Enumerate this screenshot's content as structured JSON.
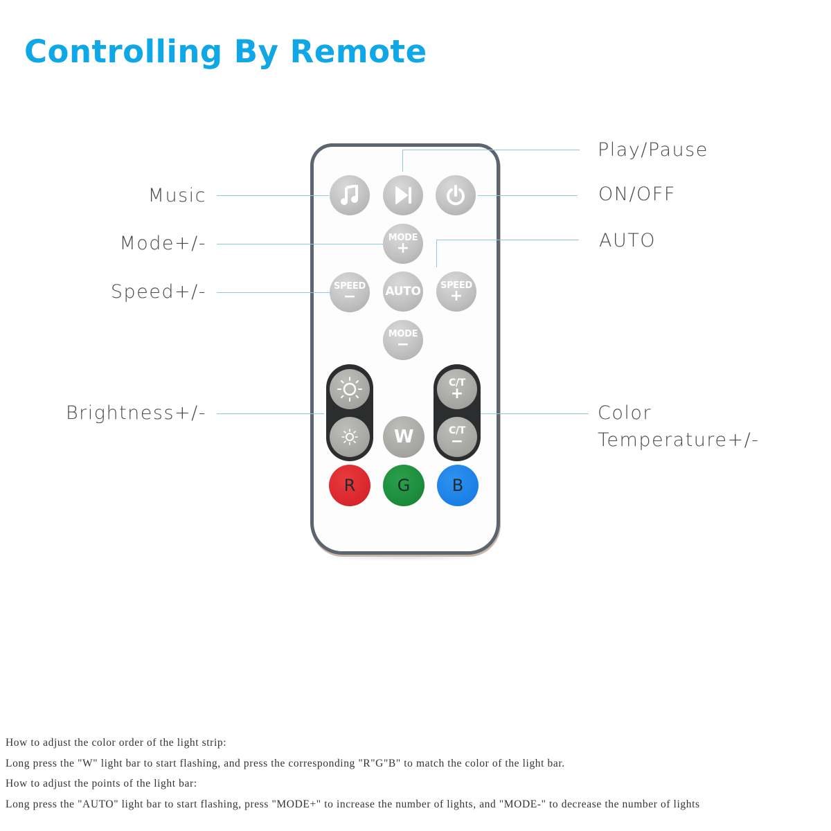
{
  "title": "Controlling By Remote",
  "colors": {
    "title": "#0fa7e6",
    "label_text": "#4a4a4a",
    "leader_line": "#8fc7db",
    "remote_border": "#5c6470",
    "button_grey": "#bfbfbf",
    "pill_dark": "#2b2d2f",
    "red": "#d9252c",
    "green": "#1a8a3a",
    "blue": "#1a7fe6"
  },
  "labels": {
    "music": "Music",
    "mode": "Mode+/-",
    "speed": "Speed+/-",
    "brightness": "Brightness+/-",
    "play_pause": "Play/Pause",
    "on_off": "ON/OFF",
    "auto": "AUTO",
    "color_temp_line1": "Color",
    "color_temp_line2": "Temperature+/-"
  },
  "remote": {
    "buttons": {
      "music": {
        "icon": "music-note-icon"
      },
      "play_pause": {
        "icon": "play-next-icon"
      },
      "power": {
        "icon": "power-icon"
      },
      "mode_plus": {
        "text": "MODE",
        "sign": "+"
      },
      "speed_minus": {
        "text": "SPEED",
        "sign": "−"
      },
      "auto": {
        "text": "AUTO"
      },
      "speed_plus": {
        "text": "SPEED",
        "sign": "+"
      },
      "mode_minus": {
        "text": "MODE",
        "sign": "−"
      },
      "brightness_plus": {
        "icon": "sun-large-icon"
      },
      "brightness_minus": {
        "icon": "sun-small-icon"
      },
      "white": {
        "text": "W"
      },
      "ct_plus": {
        "text": "C/T",
        "sign": "+"
      },
      "ct_minus": {
        "text": "C/T",
        "sign": "−"
      },
      "red": {
        "text": "R"
      },
      "green": {
        "text": "G"
      },
      "blue": {
        "text": "B"
      }
    }
  },
  "instructions": [
    "How to adjust the color order of the light strip:",
    "Long press the \"W\" light bar to start flashing, and press the corresponding \"R\"G\"B\" to match the color of the light bar.",
    "How to adjust the points of the light bar:",
    "Long press the \"AUTO\" light bar to start flashing, press \"MODE+\" to increase the number of lights, and \"MODE-\" to decrease the number of lights"
  ]
}
